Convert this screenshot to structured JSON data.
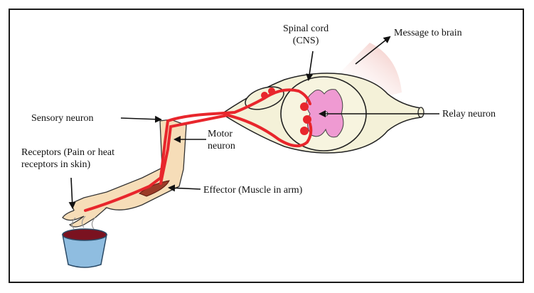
{
  "labels": {
    "spinal_cord": [
      "Spinal cord",
      "(CNS)"
    ],
    "message_to_brain": "Message to brain",
    "sensory_neuron": "Sensory neuron",
    "relay_neuron": "Relay neuron",
    "motor_neuron": [
      "Motor",
      "neuron"
    ],
    "receptors": [
      "Receptors (Pain or heat",
      "receptors in skin)"
    ],
    "effector": "Effector (Muscle in arm)"
  },
  "colors": {
    "neuron": "#e8262c",
    "skin": "#f6ddb8",
    "spinal_outer": "#f4f1d8",
    "grey_matter": "#ef9ad2",
    "brain_fade": "#f3c9c4",
    "cup": "#8fbde0",
    "liquid": "#7a1220",
    "line": "#111111"
  }
}
